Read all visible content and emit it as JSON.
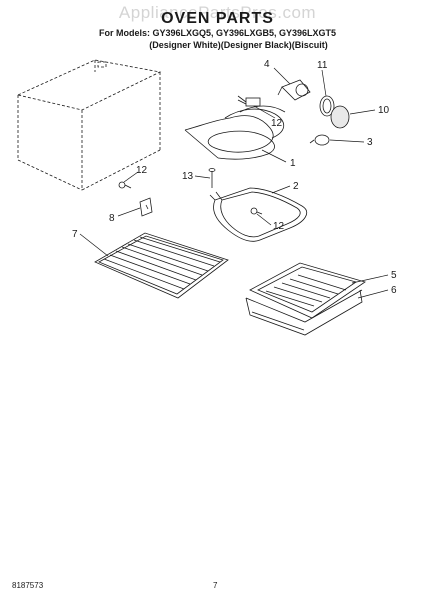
{
  "watermark": "AppliancePartsPros.com",
  "header": {
    "title": "OVEN PARTS",
    "models_line": "For Models: GY396LXGQ5, GY396LXGB5, GY396LXGT5",
    "colors_line": "(Designer White)(Designer Black)(Biscuit)"
  },
  "callouts": [
    "4",
    "11",
    "10",
    "12",
    "3",
    "1",
    "13",
    "2",
    "12",
    "12",
    "8",
    "7",
    "5",
    "6"
  ],
  "footer": {
    "doc_number": "8187573",
    "page_number": "7"
  }
}
